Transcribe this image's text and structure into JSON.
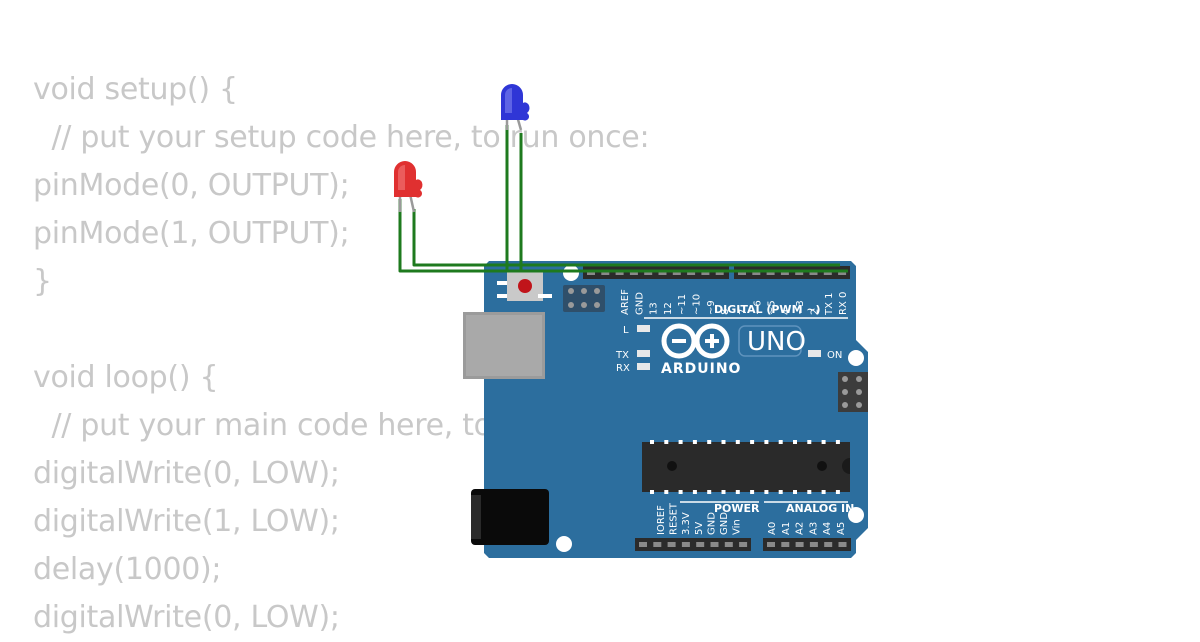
{
  "code_lines": [
    "void setup() {",
    "  // put your setup code here, to run once:",
    "pinMode(0, OUTPUT);",
    "pinMode(1, OUTPUT);",
    "}",
    "",
    "void loop() {",
    "  // put your main code here, to run repeatedly:",
    "digitalWrite(0, LOW);",
    "digitalWrite(1, LOW);",
    "delay(1000);",
    "digitalWrite(0, LOW);"
  ],
  "board": {
    "model": "UNO",
    "brand": "ARDUINO",
    "digital_label": "DIGITAL (PWM ~)",
    "power_label": "POWER",
    "analog_label": "ANALOG IN",
    "on_label": "ON",
    "led_l": "L",
    "led_tx": "TX",
    "led_rx": "RX",
    "digital_pins_left": [
      "AREF",
      "GND",
      "13",
      "12",
      "~11",
      "~10",
      "~9",
      "8"
    ],
    "digital_pins_right": [
      "7",
      "~6",
      "~5",
      "4",
      "~3",
      "2",
      "TX 1",
      "RX 0"
    ],
    "power_pins": [
      "IOREF",
      "RESET",
      "3.3V",
      "5V",
      "GND",
      "GND",
      "Vin"
    ],
    "analog_pins": [
      "A0",
      "A1",
      "A2",
      "A3",
      "A4",
      "A5"
    ]
  },
  "colors": {
    "board": "#2c6e9e",
    "wire": "#1e7a1e",
    "led_red": "#e03030",
    "led_blue": "#2f36d6",
    "code_text": "#c8c8c8"
  }
}
